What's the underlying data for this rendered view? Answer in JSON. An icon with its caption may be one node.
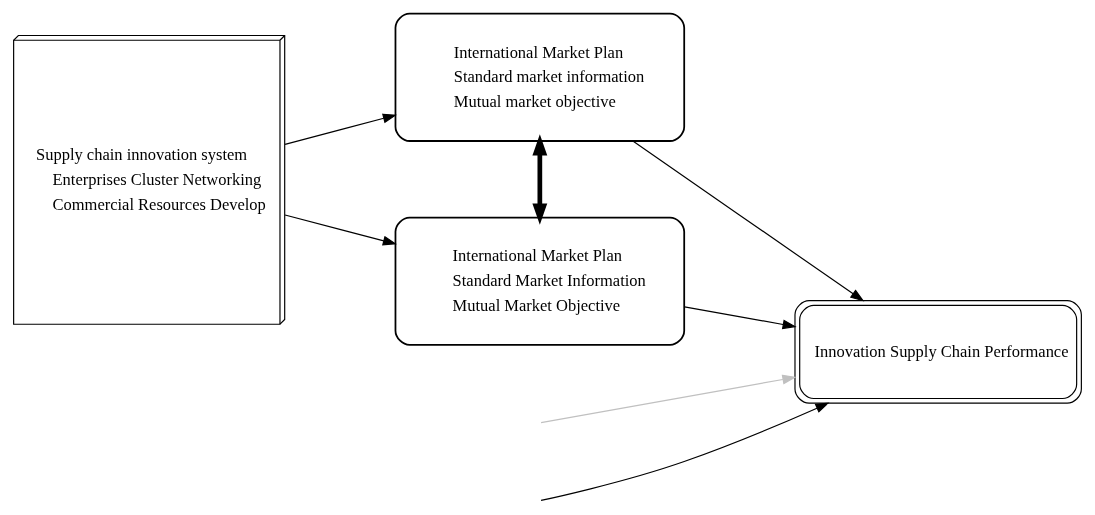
{
  "diagram": {
    "nodes": [
      {
        "text": [
          "Supply chain innovation system",
          "Enterprises Cluster Networking",
          "Commercial Resources Develop"
        ]
      },
      {
        "text": [
          "International Market Plan",
          "Standard market information",
          "Mutual market objective"
        ]
      },
      {
        "text": [
          "International Market Plan",
          "Standard Market Information",
          "Mutual Market Objective"
        ]
      },
      {
        "text": [
          "Innovation Supply Chain Performance"
        ]
      }
    ],
    "edges": [
      {
        "from": 0,
        "to": 1,
        "arrow": "to"
      },
      {
        "from": 0,
        "to": 2,
        "arrow": "to"
      },
      {
        "from": 1,
        "to": 2,
        "arrow": "both",
        "style": "thick"
      },
      {
        "from": null,
        "to": 3,
        "arrow": "to"
      },
      {
        "from": null,
        "to": 3,
        "arrow": "to",
        "color": "#c0c0c0"
      },
      {
        "from": 1,
        "to": 3,
        "arrow": "to"
      },
      {
        "from": 2,
        "to": 3,
        "arrow": "to"
      }
    ]
  }
}
